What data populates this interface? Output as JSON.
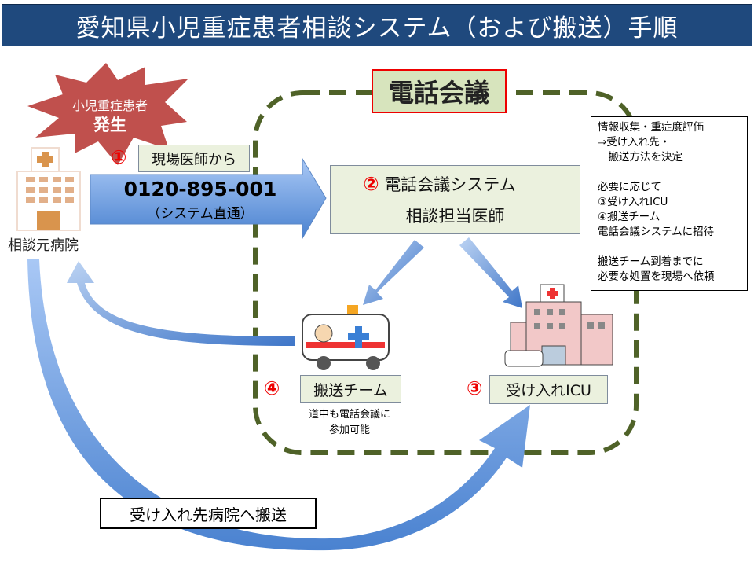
{
  "title": "愛知県小児重症患者相談システム（および搬送）手順",
  "conference_label": "電話会議",
  "burst": {
    "line1": "小児重症患者",
    "line2": "発生"
  },
  "origin_hospital_label": "相談元病院",
  "step1": {
    "number": "①",
    "label": "現場医師から"
  },
  "phone": {
    "number": "0120-895-001",
    "note": "（システム直通）"
  },
  "step2": {
    "number": "②",
    "line1": "電話会議システム",
    "line2": "相談担当医師"
  },
  "step3": {
    "number": "③",
    "label": "受け入れICU"
  },
  "step4": {
    "number": "④",
    "label": "搬送チーム",
    "note_line1": "道中も電話会議に",
    "note_line2": "参加可能"
  },
  "info_text": "情報収集・重症度評価\n⇒受け入れ先・\n　搬送方法を決定\n\n必要に応じて\n③受け入れICU\n④搬送チーム\n電話会議システムに招待\n\n搬送チーム到着までに\n必要な処置を現場へ依頼",
  "transfer_label": "受け入れ先病院へ搬送",
  "colors": {
    "title_bg": "#1f497d",
    "dashed": "#4f6228",
    "burst": "#c0504d",
    "arrow": "#6a9be0",
    "accent_red": "#ee0000"
  }
}
